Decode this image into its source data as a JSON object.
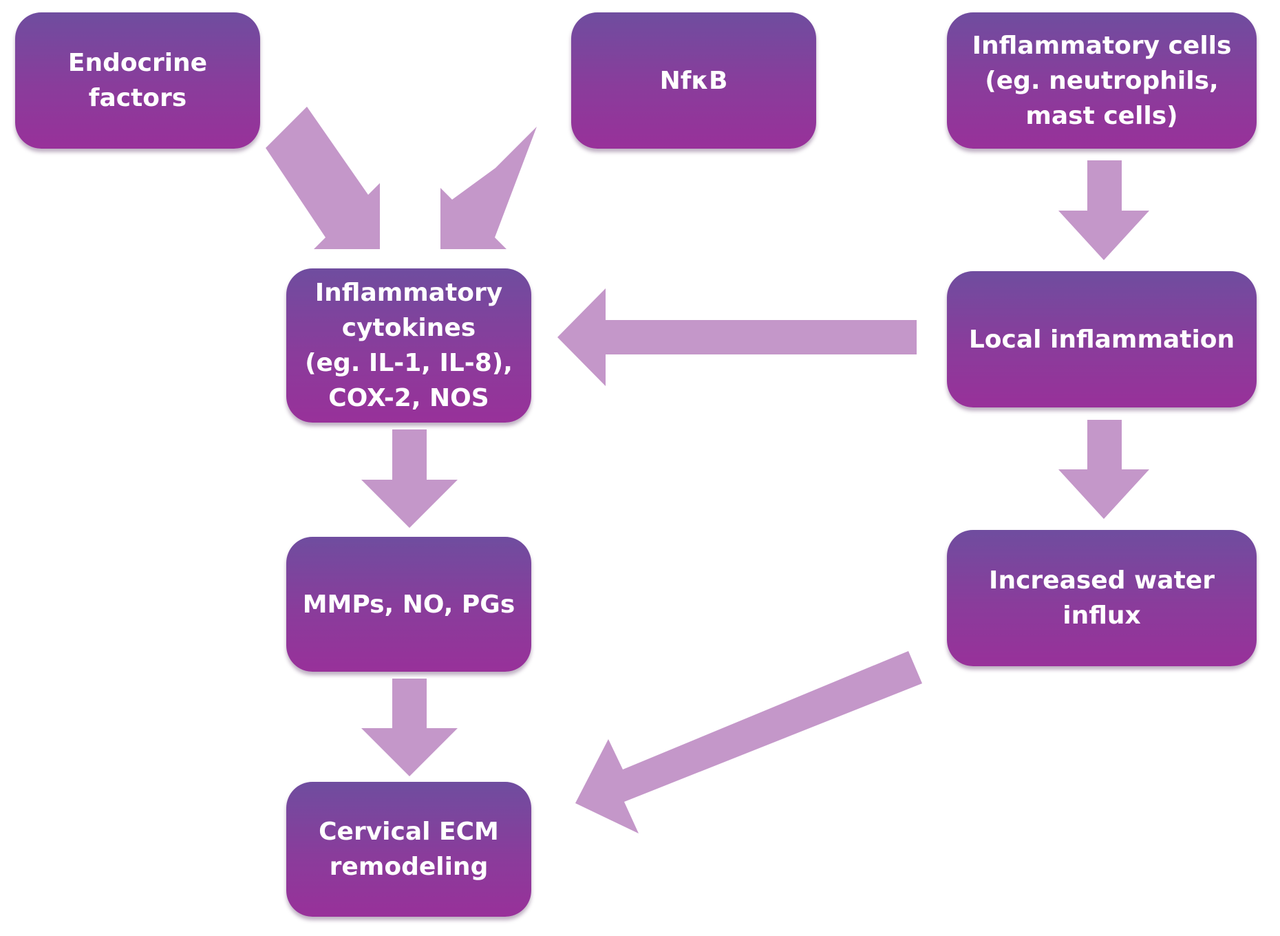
{
  "diagram": {
    "nodes": [
      {
        "id": "endocrine",
        "label": "Endocrine\nfactors"
      },
      {
        "id": "nfkb",
        "label": "NfκB"
      },
      {
        "id": "infl_cells",
        "label": "Inflammatory cells\n(eg. neutrophils,\nmast cells)"
      },
      {
        "id": "cytokines",
        "label": "Inflammatory\ncytokines\n(eg. IL-1, IL-8),\nCOX-2, NOS"
      },
      {
        "id": "local",
        "label": "Local inflammation"
      },
      {
        "id": "mmps",
        "label": "MMPs, NO, PGs"
      },
      {
        "id": "water",
        "label": "Increased water influx"
      },
      {
        "id": "ecm",
        "label": "Cervical ECM\nremodeling"
      }
    ],
    "edges": [
      {
        "from": "endocrine",
        "to": "cytokines"
      },
      {
        "from": "nfkb",
        "to": "cytokines"
      },
      {
        "from": "infl_cells",
        "to": "local"
      },
      {
        "from": "local",
        "to": "cytokines"
      },
      {
        "from": "local",
        "to": "water"
      },
      {
        "from": "cytokines",
        "to": "mmps"
      },
      {
        "from": "mmps",
        "to": "ecm"
      },
      {
        "from": "water",
        "to": "ecm"
      }
    ],
    "colors": {
      "node_top": "#6f4d9f",
      "node_bottom": "#98319a",
      "node_text": "#ffffff",
      "arrow": "#c497c9"
    }
  }
}
